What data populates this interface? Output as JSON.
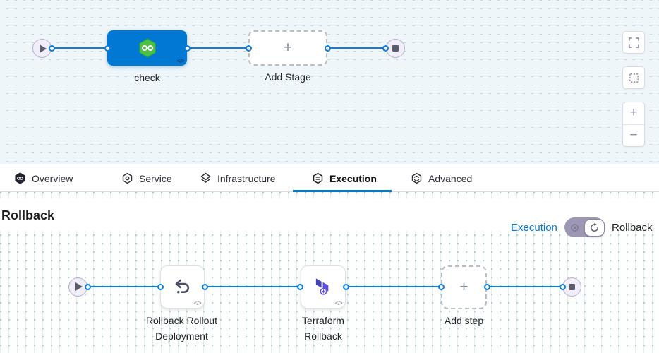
{
  "colors": {
    "accent_blue": "#0278d5",
    "connector_blue": "#0b7ce0",
    "harness_green": "#4cc144",
    "terraform_purple": "#5c4ee5",
    "canvas_top_bg": "#eef6fa",
    "toggle_bg": "#9d97b3"
  },
  "top_canvas": {
    "stage": {
      "label": "check",
      "code_badge": "</>"
    },
    "add_stage_label": "Add Stage",
    "plus_icon": "+",
    "controls": {
      "zoom_in_icon": "+",
      "zoom_out_icon": "−"
    }
  },
  "tab_bar": {
    "tabs": [
      {
        "label": "Overview",
        "active": false
      },
      {
        "label": "Service",
        "active": false
      },
      {
        "label": "Infrastructure",
        "active": false
      },
      {
        "label": "Execution",
        "active": true
      },
      {
        "label": "Advanced",
        "active": false
      }
    ]
  },
  "rollback": {
    "title": "Rollback",
    "mode_switch": {
      "execution_label": "Execution",
      "rollback_label": "Rollback",
      "selected": "Rollback"
    },
    "steps": [
      {
        "label": "Rollback Rollout Deployment",
        "code_badge": "</>"
      },
      {
        "label": "Terraform Rollback",
        "code_badge": "</>"
      }
    ],
    "add_step_label": "Add step",
    "plus_icon": "+"
  }
}
